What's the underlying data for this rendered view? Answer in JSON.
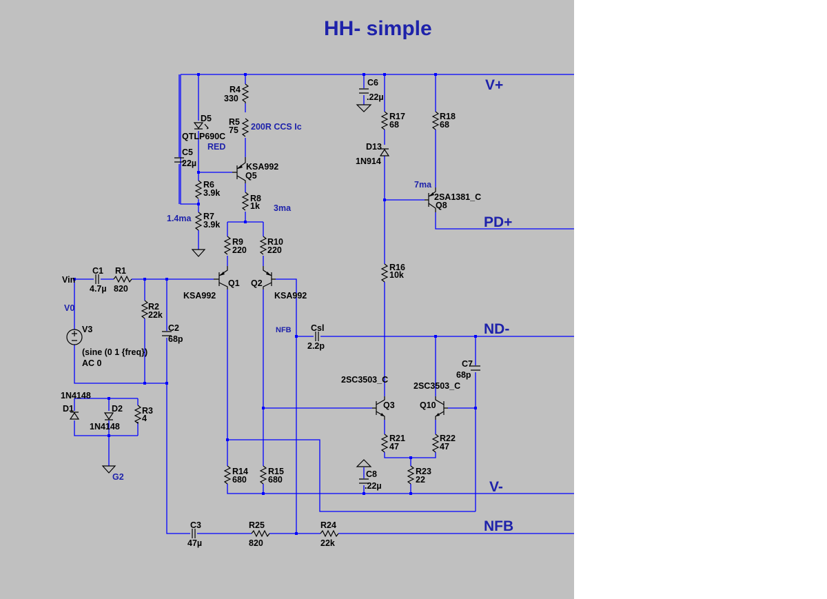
{
  "title": "HH- simple",
  "rails": {
    "vplus": "V+",
    "pdplus": "PD+",
    "ndminus": "ND-",
    "vminus": "V-",
    "nfb": "NFB"
  },
  "net_labels": {
    "vin": "Vin",
    "v0": "V0",
    "nfb_node": "NFB",
    "g2": "G2"
  },
  "annotations": {
    "ccs": "200R CCS Ic",
    "led_color": "RED",
    "i_14": "1.4ma",
    "i_3": "3ma",
    "i_7": "7ma"
  },
  "components": {
    "R4": {
      "ref": "R4",
      "value": "330"
    },
    "R5": {
      "ref": "R5",
      "value": "75"
    },
    "R6": {
      "ref": "R6",
      "value": "3.9k"
    },
    "R7": {
      "ref": "R7",
      "value": "3.9k"
    },
    "R8": {
      "ref": "R8",
      "value": "1k"
    },
    "R9": {
      "ref": "R9",
      "value": "220"
    },
    "R10": {
      "ref": "R10",
      "value": "220"
    },
    "R1": {
      "ref": "R1",
      "value": "820"
    },
    "R2": {
      "ref": "R2",
      "value": "22k"
    },
    "R3": {
      "ref": "R3",
      "value": "4"
    },
    "R14": {
      "ref": "R14",
      "value": "680"
    },
    "R15": {
      "ref": "R15",
      "value": "680"
    },
    "R16": {
      "ref": "R16",
      "value": "10k"
    },
    "R17": {
      "ref": "R17",
      "value": "68"
    },
    "R18": {
      "ref": "R18",
      "value": "68"
    },
    "R21": {
      "ref": "R21",
      "value": "47"
    },
    "R22": {
      "ref": "R22",
      "value": "47"
    },
    "R23": {
      "ref": "R23",
      "value": "22"
    },
    "R24": {
      "ref": "R24",
      "value": "22k"
    },
    "R25": {
      "ref": "R25",
      "value": "820"
    },
    "C1": {
      "ref": "C1",
      "value": "4.7µ"
    },
    "C2": {
      "ref": "C2",
      "value": "68p"
    },
    "C3": {
      "ref": "C3",
      "value": "47µ"
    },
    "C5": {
      "ref": "C5",
      "value": "22µ"
    },
    "C6": {
      "ref": "C6",
      "value": ".22µ"
    },
    "C7": {
      "ref": "C7",
      "value": "68p"
    },
    "C8": {
      "ref": "C8",
      "value": ".22µ"
    },
    "Csl": {
      "ref": "Csl",
      "value": "2.2p"
    },
    "D1": {
      "ref": "D1",
      "value": "1N4148"
    },
    "D2": {
      "ref": "D2",
      "value": "1N4148"
    },
    "D5": {
      "ref": "D5",
      "value": "QTLP690C"
    },
    "D13": {
      "ref": "D13",
      "value": "1N914"
    },
    "Q1": {
      "ref": "Q1",
      "value": "KSA992"
    },
    "Q2": {
      "ref": "Q2",
      "value": "KSA992"
    },
    "Q5": {
      "ref": "Q5",
      "value": "KSA992"
    },
    "Q8": {
      "ref": "Q8",
      "value": "2SA1381_C"
    },
    "Q3": {
      "ref": "Q3",
      "value": "2SC3503_C"
    },
    "Q10": {
      "ref": "Q10",
      "value": "2SC3503_C"
    },
    "V3": {
      "ref": "V3",
      "line1": "(sine (0 1 {freq})",
      "line2": "AC 0"
    }
  }
}
